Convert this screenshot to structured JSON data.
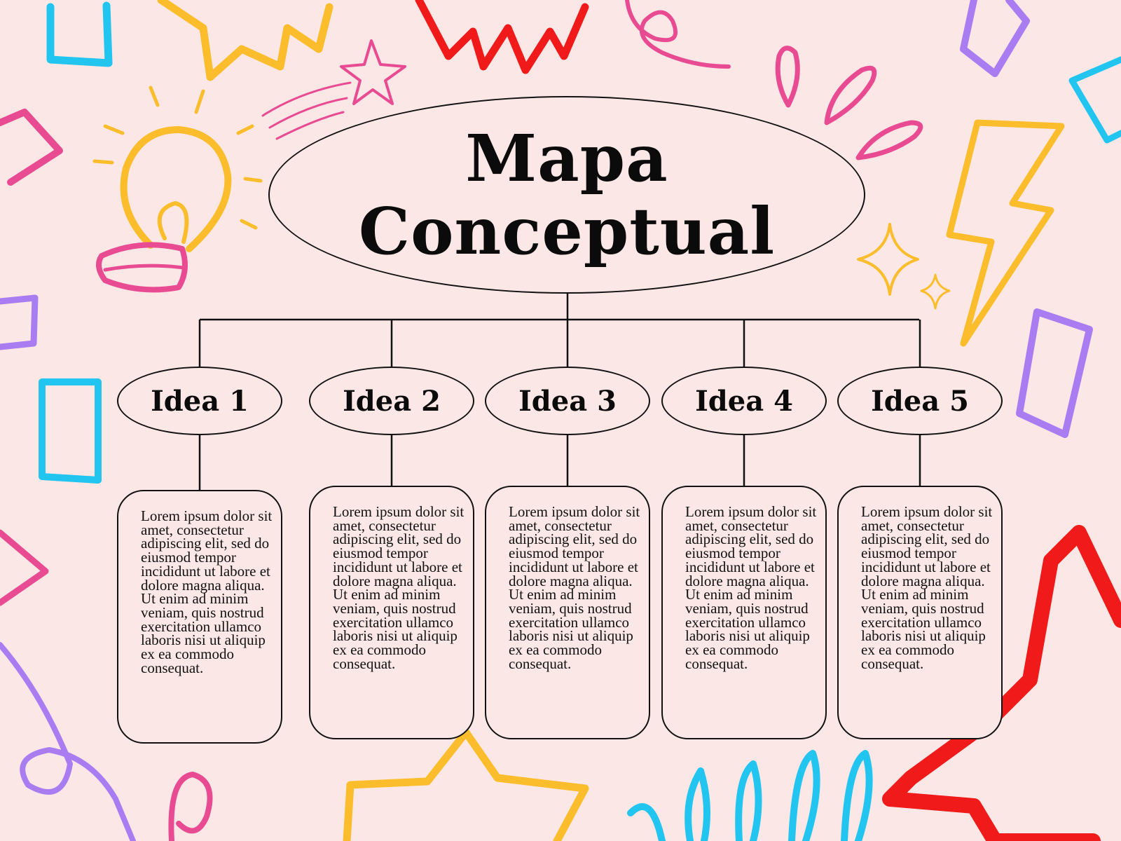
{
  "title": {
    "line1": "Mapa",
    "line2": "Conceptual"
  },
  "ideas": [
    {
      "label": "Idea 1",
      "text": "Lorem ipsum dolor sit amet, consectetur adipiscing elit, sed do eiusmod tempor incididunt ut labore et dolore magna aliqua. Ut enim ad minim veniam, quis nostrud exercitation ullamco laboris nisi ut aliquip ex ea commodo consequat."
    },
    {
      "label": "Idea 2",
      "text": "Lorem ipsum dolor sit amet, consectetur adipiscing elit, sed do eiusmod tempor incididunt ut labore et dolore magna aliqua. Ut enim ad minim veniam, quis nostrud exercitation ullamco laboris nisi ut aliquip ex ea commodo consequat."
    },
    {
      "label": "Idea 3",
      "text": "Lorem ipsum dolor sit amet, consectetur adipiscing elit, sed do eiusmod tempor incididunt ut labore et dolore magna aliqua. Ut enim ad minim veniam, quis nostrud exercitation ullamco laboris nisi ut aliquip ex ea commodo consequat."
    },
    {
      "label": "Idea 4",
      "text": "Lorem ipsum dolor sit amet, consectetur adipiscing elit, sed do eiusmod tempor incididunt ut labore et dolore magna aliqua. Ut enim ad minim veniam, quis nostrud exercitation ullamco laboris nisi ut aliquip ex ea commodo consequat."
    },
    {
      "label": "Idea 5",
      "text": "Lorem ipsum dolor sit amet, consectetur adipiscing elit, sed do eiusmod tempor incididunt ut labore et dolore magna aliqua. Ut enim ad minim veniam, quis nostrud exercitation ullamco laboris nisi ut aliquip ex ea commodo consequat."
    }
  ],
  "colors": {
    "background": "#fbe8e6",
    "ink": "#111111",
    "yellow": "#fbbd2c",
    "pink": "#e94b93",
    "red": "#f01a1a",
    "cyan": "#22c4f0",
    "purple": "#a97cf2"
  },
  "decorations": [
    "lightbulb-doodle",
    "star-doodle",
    "lightning-doodle",
    "sparkle-doodle",
    "burst-doodle",
    "spiral-doodle",
    "rectangle-doodle",
    "squiggle-doodle"
  ]
}
